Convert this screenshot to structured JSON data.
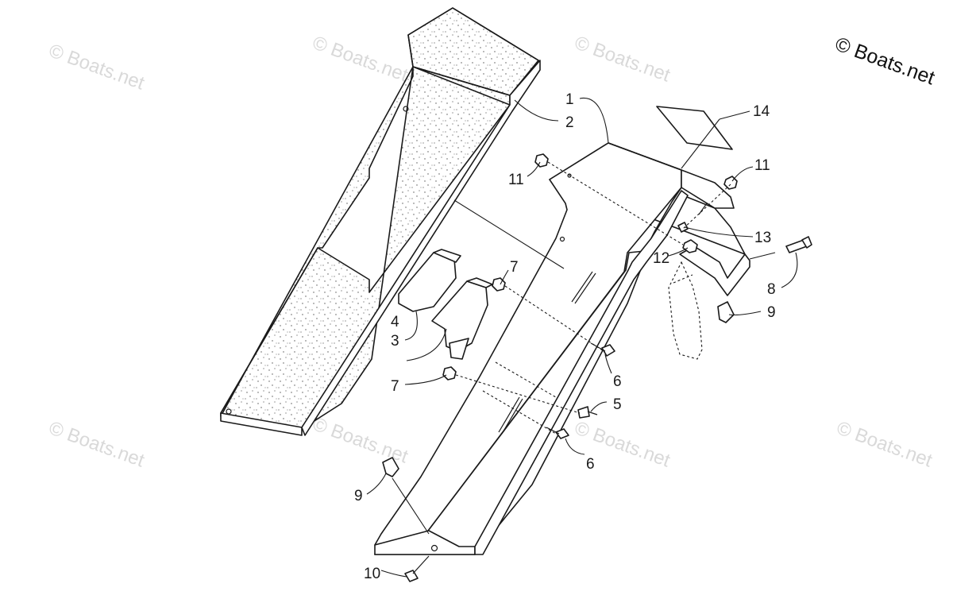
{
  "copyright": "© Boats.net",
  "watermarks": [
    "© Boats.net",
    "© Boats.net",
    "© Boats.net",
    "© Boats.net",
    "© Boats.net",
    "© Boats.net",
    "© Boats.net"
  ],
  "callouts": {
    "c1": "1",
    "c2": "2",
    "c3": "3",
    "c4": "4",
    "c5": "5",
    "c6a": "6",
    "c6b": "6",
    "c7a": "7",
    "c7b": "7",
    "c8": "8",
    "c9a": "9",
    "c9b": "9",
    "c10": "10",
    "c11a": "11",
    "c11b": "11",
    "c12": "12",
    "c13": "13",
    "c14": "14"
  },
  "colors": {
    "line": "#1a1a1a",
    "watermark": "#d9d9d9",
    "background": "#ffffff"
  }
}
